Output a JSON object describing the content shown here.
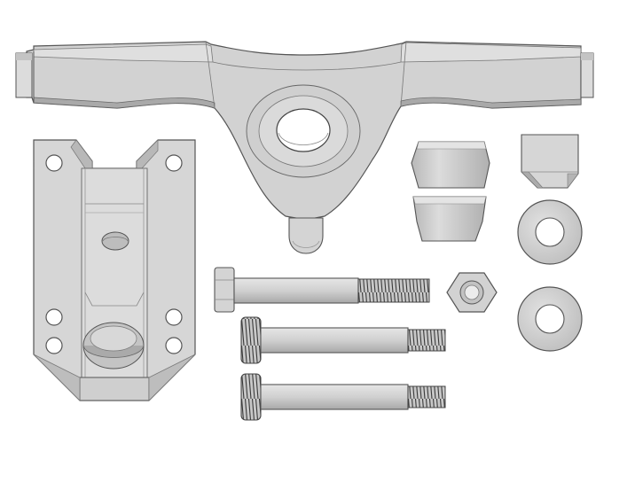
{
  "diagram": {
    "parts": [
      {
        "id": "hanger",
        "icon": "truck-hanger-icon"
      },
      {
        "id": "baseplate",
        "icon": "baseplate-icon"
      },
      {
        "id": "bushing-upper",
        "icon": "barrel-bushing-icon"
      },
      {
        "id": "bushing-lower",
        "icon": "barrel-bushing-icon"
      },
      {
        "id": "pivot-cup",
        "icon": "pivot-cup-icon"
      },
      {
        "id": "washer-upper",
        "icon": "washer-icon"
      },
      {
        "id": "washer-lower",
        "icon": "washer-icon"
      },
      {
        "id": "kingpin-bolt",
        "icon": "hex-bolt-icon"
      },
      {
        "id": "locknut",
        "icon": "hex-nut-icon"
      },
      {
        "id": "axle-bolt-upper",
        "icon": "socket-cap-bolt-icon"
      },
      {
        "id": "axle-bolt-lower",
        "icon": "socket-cap-bolt-icon"
      }
    ],
    "colors": {
      "part_fill": "#d2d2d2",
      "part_light": "#e0e0e0",
      "part_shade": "#a9a9a9",
      "outline": "#555555",
      "background": "#ffffff"
    }
  }
}
